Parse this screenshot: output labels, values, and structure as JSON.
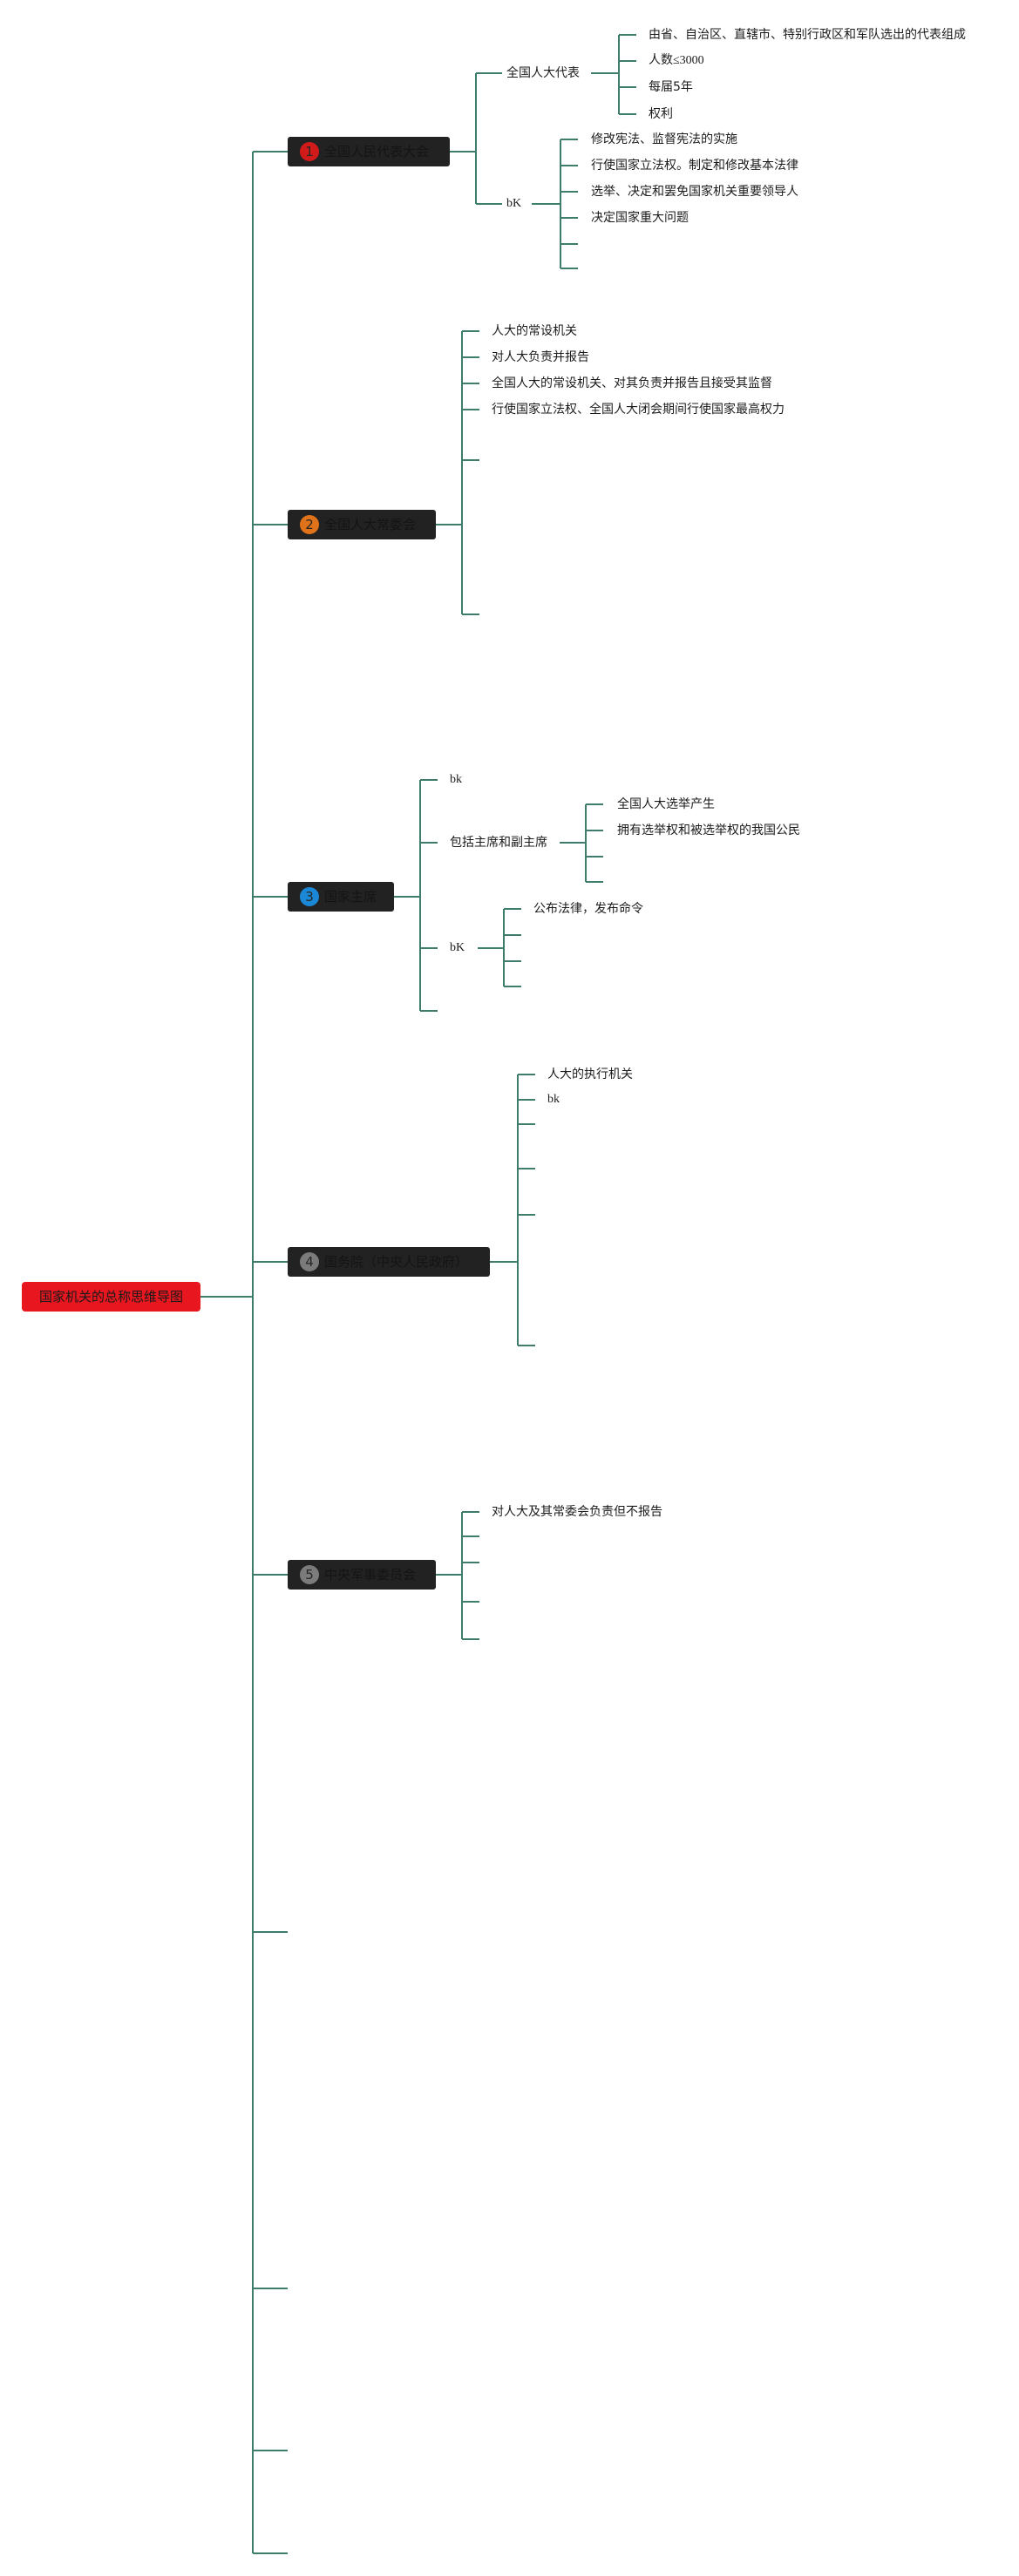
{
  "root": {
    "title": "国家机关的总称思维导图"
  },
  "colors": {
    "line": "#3e7d6c",
    "root_bg": "#e8161e",
    "branch_bg": "#222222",
    "badge_1": "#d11b1b",
    "badge_2": "#e0731a",
    "badge_3": "#1a88d6",
    "badge_4": "#7b7b7b",
    "badge_5": "#7b7b7b"
  },
  "branches": [
    {
      "badge": "1",
      "label": "全国人民代表大会",
      "deputies": {
        "label": "全国人大代表",
        "items": [
          "由省、自治区、直辖市、特别行政区和军队选出的代表组成",
          "人数≤3000",
          "每届5年",
          "权利"
        ]
      },
      "powers": {
        "label": "bK",
        "items": [
          "修改宪法、监督宪法的实施",
          "行使国家立法权。制定和修改基本法律",
          "选举、决定和罢免国家机关重要领导人",
          "决定国家重大问题"
        ]
      }
    },
    {
      "badge": "2",
      "label": "全国人大常委会",
      "items": [
        "人大的常设机关",
        "对人大负责并报告",
        "全国人大的常设机关、对其负责并报告且接受其监督",
        "行使国家立法权、全国人大闭会期间行使国家最高权力"
      ]
    },
    {
      "badge": "3",
      "label": "国家主席",
      "bk_label": "bk",
      "composition": {
        "label": "包括主席和副主席",
        "items": [
          "全国人大选举产生",
          "拥有选举权和被选举权的我国公民"
        ]
      },
      "powers": {
        "label": "bK",
        "items": [
          "公布法律，发布命令"
        ]
      }
    },
    {
      "badge": "4",
      "label": "国务院（中央人民政府）",
      "items": [
        "人大的执行机关",
        "bk"
      ]
    },
    {
      "badge": "5",
      "label": "中央军事委员会",
      "items": [
        "对人大及其常委会负责但不报告"
      ]
    }
  ]
}
